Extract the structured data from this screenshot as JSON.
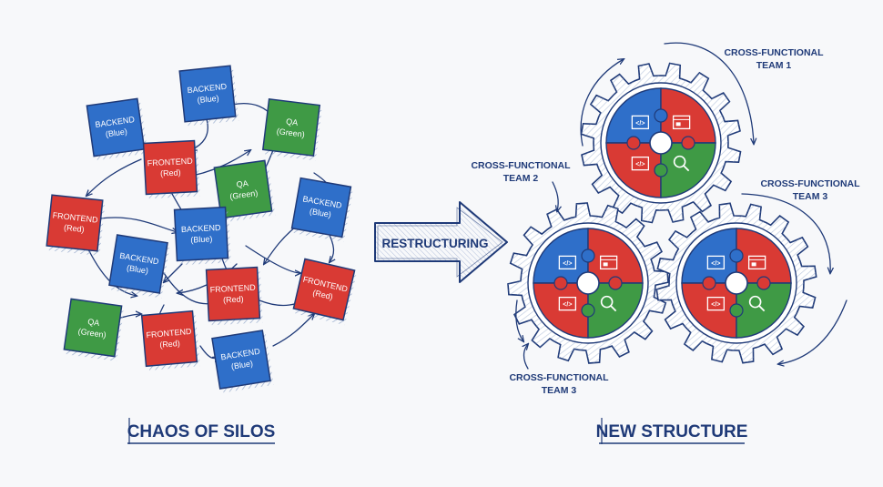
{
  "colors": {
    "ink": "#1f3a78",
    "backend": "#2f6fc9",
    "frontend": "#d93a34",
    "qa": "#3f9a45",
    "gear": "#ffffff",
    "hatch": "#8fa4c8",
    "background": "#f7f8fa"
  },
  "silo_cards": [
    {
      "team": "BACKEND",
      "color": "(Blue)",
      "kind": "backend"
    },
    {
      "team": "BACKEND",
      "color": "(Blue)",
      "kind": "backend"
    },
    {
      "team": "QA",
      "color": "(Green)",
      "kind": "qa"
    },
    {
      "team": "FRONTEND",
      "color": "(Red)",
      "kind": "frontend"
    },
    {
      "team": "QA",
      "color": "(Green)",
      "kind": "qa"
    },
    {
      "team": "FRONTEND",
      "color": "(Red)",
      "kind": "frontend"
    },
    {
      "team": "BACKEND",
      "color": "(Blue)",
      "kind": "backend"
    },
    {
      "team": "BACKEND",
      "color": "(Blue)",
      "kind": "backend"
    },
    {
      "team": "BACKEND",
      "color": "(Blue)",
      "kind": "backend"
    },
    {
      "team": "FRONTEND",
      "color": "(Red)",
      "kind": "frontend"
    },
    {
      "team": "FRONTEND",
      "color": "(Red)",
      "kind": "frontend"
    },
    {
      "team": "QA",
      "color": "(Green)",
      "kind": "qa"
    },
    {
      "team": "FRONTEND",
      "color": "(Red)",
      "kind": "frontend"
    },
    {
      "team": "BACKEND",
      "color": "(Blue)",
      "kind": "backend"
    }
  ],
  "arrow_label": "RESTRUCTURING",
  "left_title": "CHAOS OF SILOS",
  "right_title": "NEW STRUCTURE",
  "gear_labels": {
    "team1": [
      "CROSS-FUNCTIONAL",
      "TEAM 1"
    ],
    "team2": [
      "CROSS-FUNCTIONAL",
      "TEAM 2"
    ],
    "team3_right": [
      "CROSS-FUNCTIONAL",
      "TEAM 3"
    ],
    "team3_bottom": [
      "CROSS-FUNCTIONAL",
      "TEAM 3"
    ]
  },
  "gear_pieces": [
    "code-icon",
    "browser-window-icon",
    "code-icon",
    "search-icon"
  ]
}
